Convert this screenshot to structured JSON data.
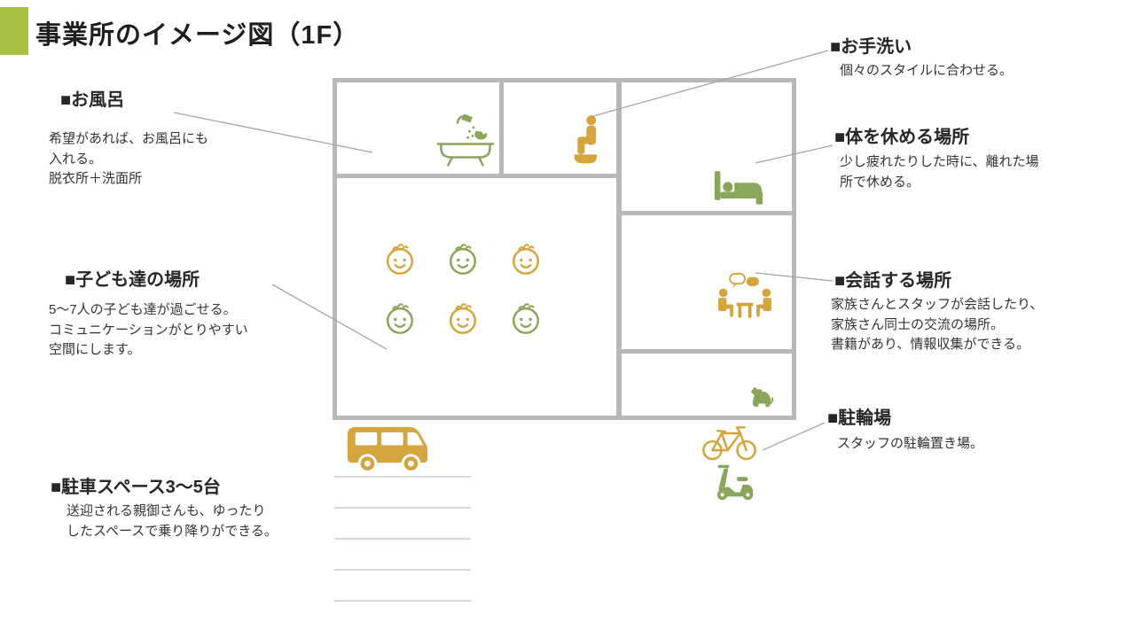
{
  "title": "事業所のイメージ図（1F）",
  "colors": {
    "accent_green": "#a6c03f",
    "icon_green": "#8aa65a",
    "icon_gold": "#d4a53f",
    "wall_gray": "#b8b8b8",
    "callout_line_gray": "#a6a6a6",
    "text": "#333333"
  },
  "callouts": {
    "bath": {
      "label": "■お風呂",
      "desc": "希望があれば、お風呂にも\n入れる。\n脱衣所＋洗面所"
    },
    "toilet": {
      "label": "■お手洗い",
      "desc": "個々のスタイルに合わせる。"
    },
    "rest": {
      "label": "■体を休める場所",
      "desc": "少し疲れたりした時に、離れた場\n所で休める。"
    },
    "children": {
      "label": "■子ども達の場所",
      "desc": "5〜7人の子ども達が過ごせる。\nコミュニケーションがとりやすい\n空間にします。"
    },
    "talk": {
      "label": "■会話する場所",
      "desc": "家族さんとスタッフが会話したり、\n家族さん同士の交流の場所。\n書籍があり、情報収集ができる。"
    },
    "bicycle": {
      "label": "■駐輪場",
      "desc": "スタッフの駐輪置き場。"
    },
    "parking": {
      "label": "■駐車スペース3〜5台",
      "desc": "送迎される親御さんも、ゆったり\nしたスペースで乗り降りができる。"
    }
  },
  "icons": {
    "bathtub": "bathtub-shower-icon",
    "toilet": "toilet-person-icon",
    "bed": "bed-icon",
    "baby": "baby-face-icon",
    "conversation": "conversation-icon",
    "dog": "dog-icon",
    "van": "van-icon",
    "bicycle": "bicycle-icon",
    "scooter": "scooter-icon"
  }
}
